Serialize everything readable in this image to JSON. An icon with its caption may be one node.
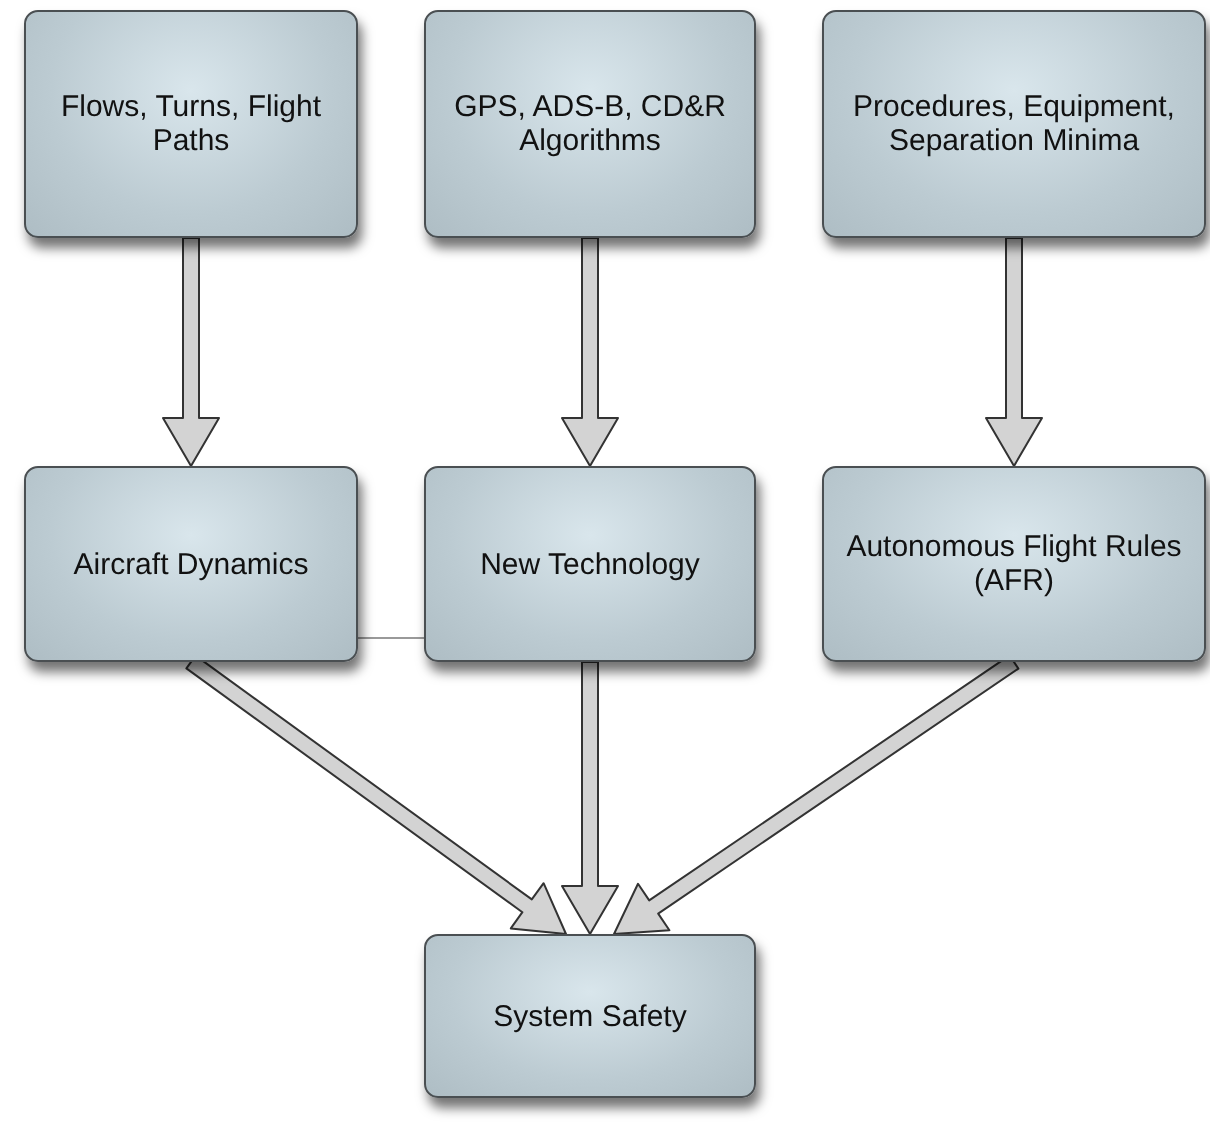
{
  "diagram": {
    "nodes": [
      {
        "text": [
          "Flows, Turns, Flight Paths"
        ]
      },
      {
        "text": [
          "GPS, ADS-B, CD&R Algorithms"
        ]
      },
      {
        "text": [
          "Procedures, Equipment, Separation Minima"
        ]
      },
      {
        "text": [
          "Aircraft Dynamics"
        ]
      },
      {
        "text": [
          "New Technology"
        ]
      },
      {
        "text": [
          "Autonomous Flight Rules (AFR)"
        ]
      },
      {
        "text": [
          "System Safety"
        ]
      }
    ],
    "edges": [
      {
        "from": 0,
        "to": 3,
        "arrow": "to"
      },
      {
        "from": 1,
        "to": 4,
        "arrow": "to"
      },
      {
        "from": 2,
        "to": 5,
        "arrow": "to"
      },
      {
        "from": 3,
        "to": 6,
        "arrow": "to"
      },
      {
        "from": 4,
        "to": 6,
        "arrow": "to"
      },
      {
        "from": 5,
        "to": 6,
        "arrow": "to"
      },
      {
        "from": 3,
        "to": 4,
        "arrow": "none",
        "color": "#999999"
      }
    ]
  }
}
